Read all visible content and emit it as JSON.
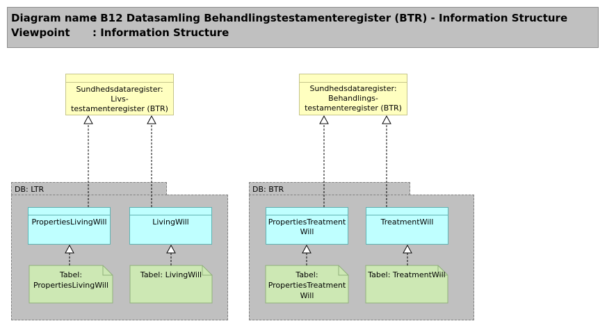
{
  "header": {
    "diagram_label": "Diagram name",
    "diagram_value": ": B12 Datasamling Behandlingstestamenteregister (BTR) - Information Structure",
    "viewpoint_label": "Viewpoint",
    "viewpoint_value": ": Information Structure"
  },
  "top_objects": {
    "left": "Sundhedsdataregister: Livs-testamenteregister (BTR)",
    "left_lines": [
      "Sundhedsdataregister: Livs-",
      "testamenteregister (BTR)"
    ],
    "right_lines": [
      "Sundhedsdataregister:",
      "Behandlings-",
      "testamenteregister (BTR)"
    ]
  },
  "packages": {
    "ltr": {
      "title": "DB: LTR",
      "obj1_lines": [
        "PropertiesLivingWill"
      ],
      "obj2_lines": [
        "LivingWill"
      ],
      "note1_lines": [
        "Tabel:",
        "PropertiesLivingWill"
      ],
      "note2_lines": [
        "Tabel: LivingWill"
      ]
    },
    "btr": {
      "title": "DB: BTR",
      "obj1_lines": [
        "PropertiesTreatment",
        "Will"
      ],
      "obj2_lines": [
        "TreatmentWill"
      ],
      "note1_lines": [
        "Tabel:",
        "PropertiesTreatment",
        "Will"
      ],
      "note2_lines": [
        "Tabel: TreatmentWill"
      ]
    }
  }
}
